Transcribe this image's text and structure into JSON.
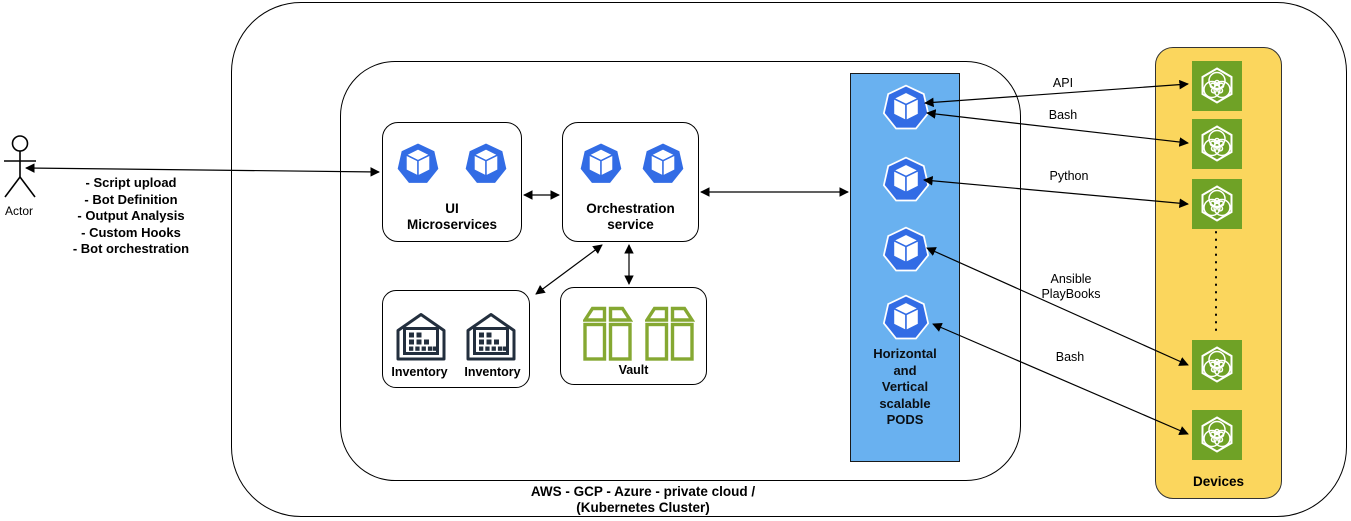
{
  "diagram": {
    "actor": {
      "label": "Actor",
      "notes": [
        "- Script upload",
        "- Bot Definition",
        "- Output Analysis",
        "- Custom Hooks",
        "- Bot orchestration"
      ]
    },
    "cluster_caption": "AWS - GCP - Azure - private cloud /\n(Kubernetes Cluster)",
    "boxes": {
      "ui_microservices": {
        "label": "UI\nMicroservices"
      },
      "orchestration": {
        "label": "Orchestration\nservice"
      },
      "inventory": {
        "labels": [
          "Inventory",
          "Inventory"
        ]
      },
      "vault": {
        "label": "Vault"
      },
      "pods": {
        "label": "Horizontal\nand\nVertical\nscalable\nPODS"
      },
      "devices": {
        "label": "Devices"
      }
    },
    "edges": [
      {
        "label": "API"
      },
      {
        "label": "Bash"
      },
      {
        "label": "Python"
      },
      {
        "label": "Ansible\nPlayBooks"
      },
      {
        "label": "Bash"
      }
    ],
    "colors": {
      "kubernetes_pod_blue": "#326CE5",
      "pods_panel_blue": "#69B1F0",
      "devices_panel_yellow": "#FBD65D",
      "device_icon_green": "#6FA226",
      "vault_icon_green": "#85A832",
      "warehouse_icon_navy": "#232F3E"
    }
  }
}
